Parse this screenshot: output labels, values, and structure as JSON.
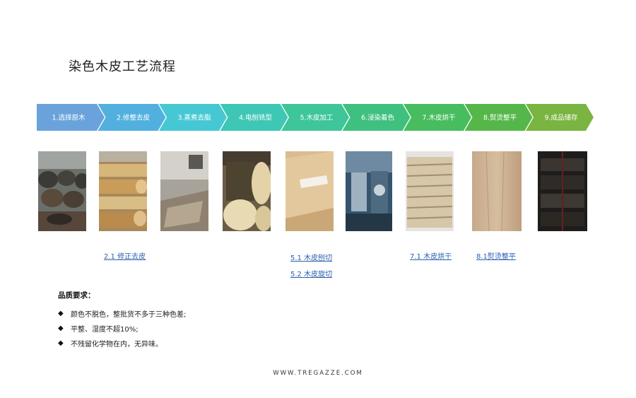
{
  "title": "染色木皮工艺流程",
  "steps": [
    {
      "label": "1.选择原木",
      "color": "#6aa3dc"
    },
    {
      "label": "2.修整去皮",
      "color": "#52b0de"
    },
    {
      "label": "3.蒸煮去脂",
      "color": "#46c8d4"
    },
    {
      "label": "4.电刨铣型",
      "color": "#3ec7b4"
    },
    {
      "label": "5.木皮加工",
      "color": "#3ec59a"
    },
    {
      "label": "6.浸染着色",
      "color": "#3fc07f"
    },
    {
      "label": "7.木皮烘干",
      "color": "#47bd5f"
    },
    {
      "label": "8.熨烫整平",
      "color": "#55b74a"
    },
    {
      "label": "9.成品储存",
      "color": "#7ab441"
    }
  ],
  "photos": [
    {
      "name": "logs-photo"
    },
    {
      "name": "debarked-logs-photo"
    },
    {
      "name": "steaming-photo"
    },
    {
      "name": "milled-block-photo"
    },
    {
      "name": "veneer-sample-photo"
    },
    {
      "name": "dyeing-machine-photo"
    },
    {
      "name": "drying-stack-photo"
    },
    {
      "name": "flat-veneer-photo"
    },
    {
      "name": "storage-rack-photo"
    }
  ],
  "links": {
    "l21": "2.1 修正去皮",
    "l51": "5.1 木皮刨切",
    "l52": "5.2 木皮旋切",
    "l71": "7.1 木皮烘干",
    "l81": "8.1熨烫整平"
  },
  "quality": {
    "title": "品质要求：",
    "bullet": "◆",
    "items": [
      "颜色不脱色，整批货不多于三种色差;",
      "平整、湿度不超10%;",
      "不残留化学物在内，无异味。"
    ]
  },
  "footer": "WWW.TREGAZZE.COM"
}
